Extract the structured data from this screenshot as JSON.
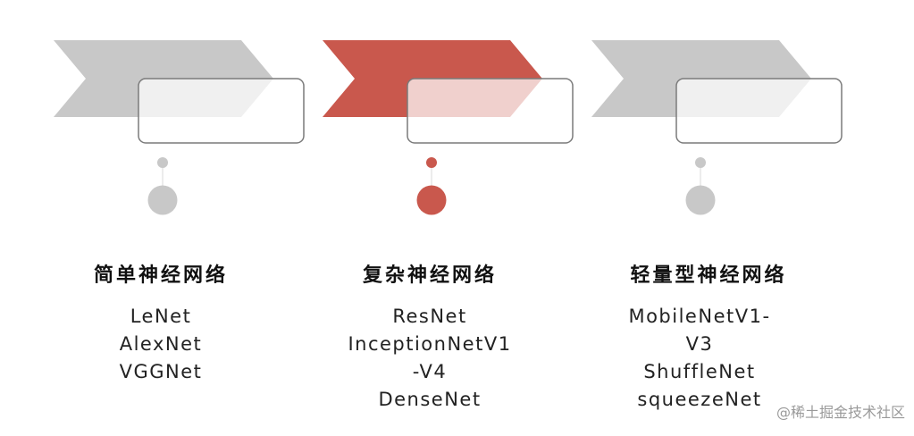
{
  "columns": [
    {
      "title": "简单神经网络",
      "items": [
        "LeNet",
        "AlexNet",
        "VGGNet"
      ],
      "highlighted": false
    },
    {
      "title": "复杂神经网络",
      "items": [
        "ResNet",
        "InceptionNetV1",
        "-V4",
        "DenseNet"
      ],
      "highlighted": true
    },
    {
      "title": "轻量型神经网络",
      "items": [
        "MobileNetV1-",
        "V3",
        "ShuffleNet",
        "squeezeNet"
      ],
      "highlighted": false
    }
  ],
  "watermark": "@稀土掘金技术社区",
  "colors": {
    "accent": "#c9584d",
    "accent_light": "#f2d3d0",
    "gray": "#c8c8c8",
    "gray_light": "#f1f1f1",
    "box_border": "#7a7a7a",
    "connector": "#d9d9d9"
  }
}
